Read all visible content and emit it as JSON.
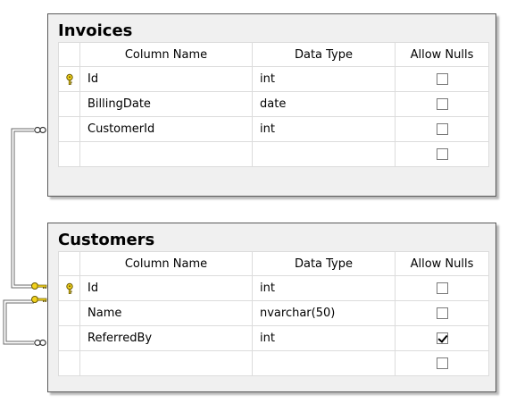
{
  "tables": [
    {
      "title": "Invoices",
      "headers": {
        "name": "Column Name",
        "type": "Data Type",
        "nulls": "Allow Nulls"
      },
      "rows": [
        {
          "pk": true,
          "name": "Id",
          "type": "int",
          "allow_nulls": false
        },
        {
          "pk": false,
          "name": "BillingDate",
          "type": "date",
          "allow_nulls": false
        },
        {
          "pk": false,
          "name": "CustomerId",
          "type": "int",
          "allow_nulls": false
        },
        {
          "pk": false,
          "name": "",
          "type": "",
          "allow_nulls": false
        }
      ]
    },
    {
      "title": "Customers",
      "headers": {
        "name": "Column Name",
        "type": "Data Type",
        "nulls": "Allow Nulls"
      },
      "rows": [
        {
          "pk": true,
          "name": "Id",
          "type": "int",
          "allow_nulls": false
        },
        {
          "pk": false,
          "name": "Name",
          "type": "nvarchar(50)",
          "allow_nulls": false
        },
        {
          "pk": false,
          "name": "ReferredBy",
          "type": "int",
          "allow_nulls": true
        },
        {
          "pk": false,
          "name": "",
          "type": "",
          "allow_nulls": false
        }
      ]
    }
  ],
  "relationships": [
    {
      "from": "Invoices.CustomerId",
      "to": "Customers.Id"
    },
    {
      "from": "Customers.ReferredBy",
      "to": "Customers.Id"
    }
  ],
  "colors": {
    "table_background": "#f0f0f0",
    "border": "#5a5a5a",
    "key": "#f2d21e",
    "connector": "#6a6a6a"
  }
}
